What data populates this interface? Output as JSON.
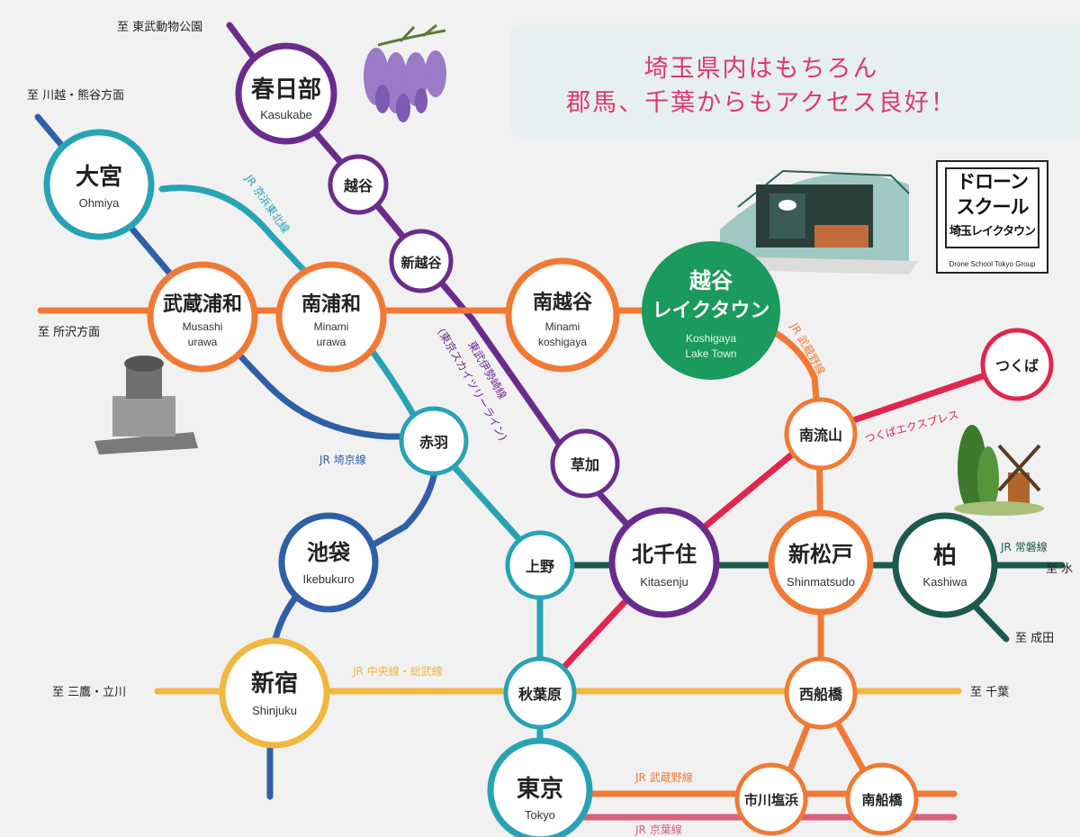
{
  "promo": {
    "line1": "埼玉県内はもちろん",
    "line2": "郡馬、千葉からもアクセス良好！"
  },
  "logo": {
    "lines": [
      "ドローン",
      "スクール",
      "埼玉レイクタウン"
    ],
    "sub": "Drone School Tokyo Group"
  },
  "destinations": {
    "tobu_zoo": "至 東武動物公園",
    "kawagoe": "至 川越・熊谷方面",
    "tokorozawa": "至 所沢方面",
    "mitaka": "至 三鷹・立川",
    "chiba": "至 千葉",
    "narita": "至 成田",
    "mito": "至 水"
  },
  "line_labels": {
    "keihin": "JR 京浜東北線",
    "tobu_isesaki": "東武伊勢崎線",
    "skytree": "(東京スカイツリーライン)",
    "saikyo": "JR 埼京線",
    "musashino_top": "JR 武蔵野線",
    "tsukuba_ex": "つくばエクスプレス",
    "joban": "JR 常磐線",
    "chuo_sobu": "JR 中央線・総武線",
    "musashino_bottom": "JR 武蔵野線",
    "keiyo": "JR 京葉線"
  },
  "stations": {
    "kasukabe": {
      "ja": "春日部",
      "en": "Kasukabe"
    },
    "koshigaya": {
      "ja": "越谷"
    },
    "shinkoshigaya": {
      "ja": "新越谷"
    },
    "omiya": {
      "ja": "大宮",
      "en": "Ohmiya"
    },
    "musashiurawa": {
      "ja": "武蔵浦和",
      "en1": "Musashi",
      "en2": "urawa"
    },
    "minamiurawa": {
      "ja": "南浦和",
      "en1": "Minami",
      "en2": "urawa"
    },
    "minamikoshigaya": {
      "ja": "南越谷",
      "en1": "Minami",
      "en2": "koshigaya"
    },
    "laketown": {
      "ja1": "越谷",
      "ja2": "レイクタウン",
      "en1": "Koshigaya",
      "en2": "Lake Town"
    },
    "tsukuba": {
      "ja": "つくば"
    },
    "akabane": {
      "ja": "赤羽"
    },
    "soka": {
      "ja": "草加"
    },
    "minaminagareyama": {
      "ja": "南流山"
    },
    "ikebukuro": {
      "ja": "池袋",
      "en": "Ikebukuro"
    },
    "ueno": {
      "ja": "上野"
    },
    "kitasenju": {
      "ja": "北千住",
      "en": "Kitasenju"
    },
    "shinmatsudo": {
      "ja": "新松戸",
      "en": "Shinmatsudo"
    },
    "kashiwa": {
      "ja": "柏",
      "en": "Kashiwa"
    },
    "shinjuku": {
      "ja": "新宿",
      "en": "Shinjuku"
    },
    "akihabara": {
      "ja": "秋葉原"
    },
    "nishifunabashi": {
      "ja": "西船橋"
    },
    "tokyo": {
      "ja": "東京",
      "en": "Tokyo"
    },
    "ichikawashiohama": {
      "ja": "市川塩浜"
    },
    "minamifunabashi": {
      "ja": "南船橋"
    }
  },
  "colors": {
    "background": "#f1f1f1",
    "tobu": "#6a2c8c",
    "saikyo": "#2f5fa8",
    "keihin": "#28a3b4",
    "musashino": "#f07a35",
    "tsukuba_ex": "#e0264e",
    "joban": "#1d5a4e",
    "chuo_sobu": "#f2b73e",
    "keiyo": "#d8607a",
    "laketown_fill": "#1a9a5c",
    "promo_text": "#e0386b"
  }
}
